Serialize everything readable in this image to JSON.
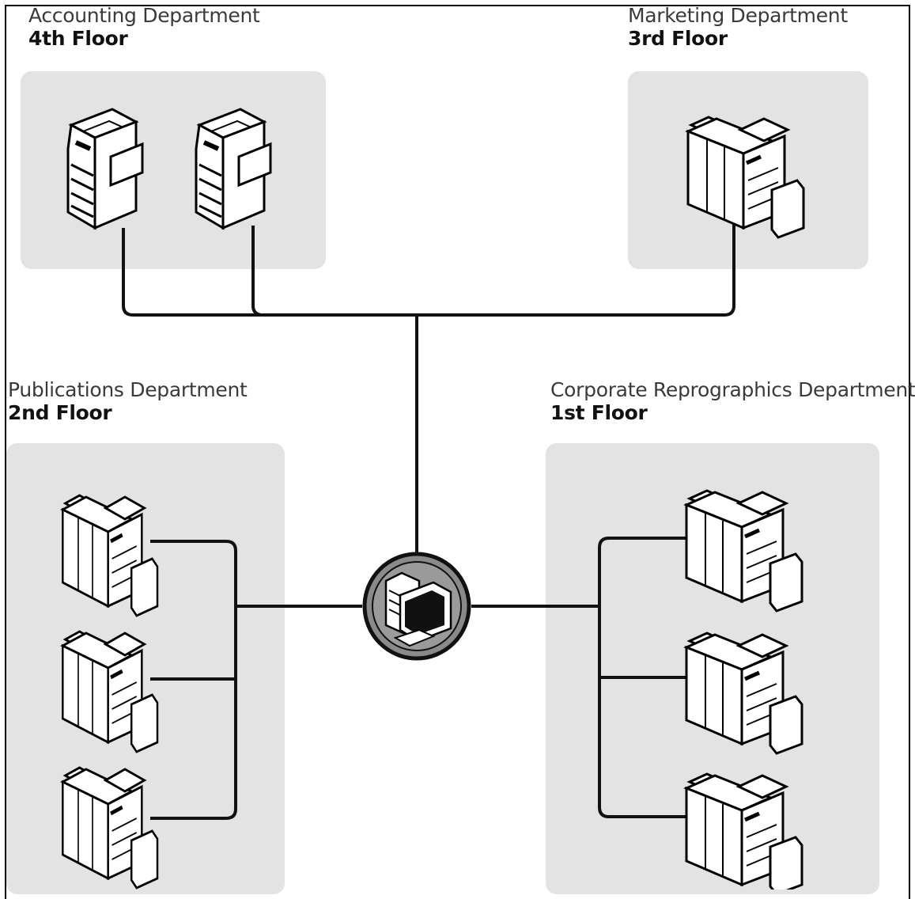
{
  "departments": {
    "accounting": {
      "name": "Accounting Department",
      "floor": "4th Floor"
    },
    "marketing": {
      "name": "Marketing Department",
      "floor": "3rd Floor"
    },
    "publications": {
      "name": "Publications Department",
      "floor": "2nd Floor"
    },
    "reprographics": {
      "name": "Corporate Reprographics Department",
      "floor": "1st Floor"
    }
  },
  "colors": {
    "zone": "#e3e3e3",
    "line": "#111111",
    "server_ring": "#8a8a8a"
  },
  "icons": {
    "small_printer": "small-printer-icon",
    "production_printer": "production-printer-icon",
    "server": "server-computer-icon"
  }
}
